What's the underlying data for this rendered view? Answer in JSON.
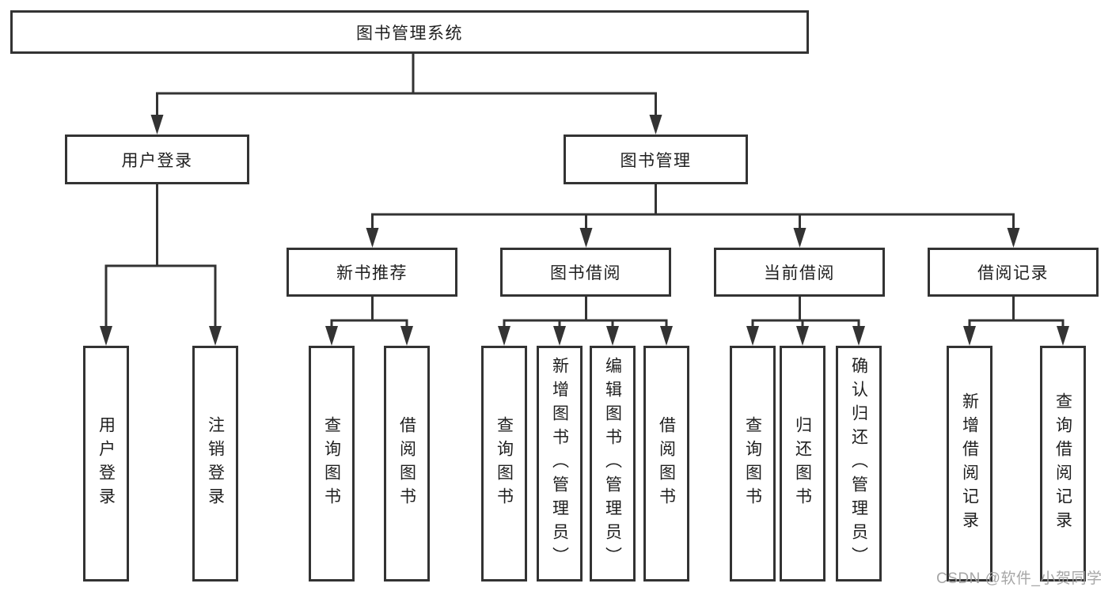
{
  "tree": {
    "root": {
      "label": "图书管理系统"
    },
    "branches": [
      {
        "label": "用户登录",
        "children": [
          {
            "label": "用户登录"
          },
          {
            "label": "注销登录"
          }
        ]
      },
      {
        "label": "图书管理",
        "children": [
          {
            "label": "新书推荐",
            "children": [
              {
                "label": "查询图书"
              },
              {
                "label": "借阅图书"
              }
            ]
          },
          {
            "label": "图书借阅",
            "children": [
              {
                "label": "查询图书"
              },
              {
                "label": "新增图书（管理员）"
              },
              {
                "label": "编辑图书（管理员）"
              },
              {
                "label": "借阅图书"
              }
            ]
          },
          {
            "label": "当前借阅",
            "children": [
              {
                "label": "查询图书"
              },
              {
                "label": "归还图书"
              },
              {
                "label": "确认归还（管理员）"
              }
            ]
          },
          {
            "label": "借阅记录",
            "children": [
              {
                "label": "新增借阅记录"
              },
              {
                "label": "查询借阅记录"
              }
            ]
          }
        ]
      }
    ]
  },
  "watermark": "CSDN @软件_小贺同学",
  "colors": {
    "line": "#333333",
    "text": "#1f1f1f",
    "background": "#ffffff",
    "watermark": "#9e9e9e"
  }
}
